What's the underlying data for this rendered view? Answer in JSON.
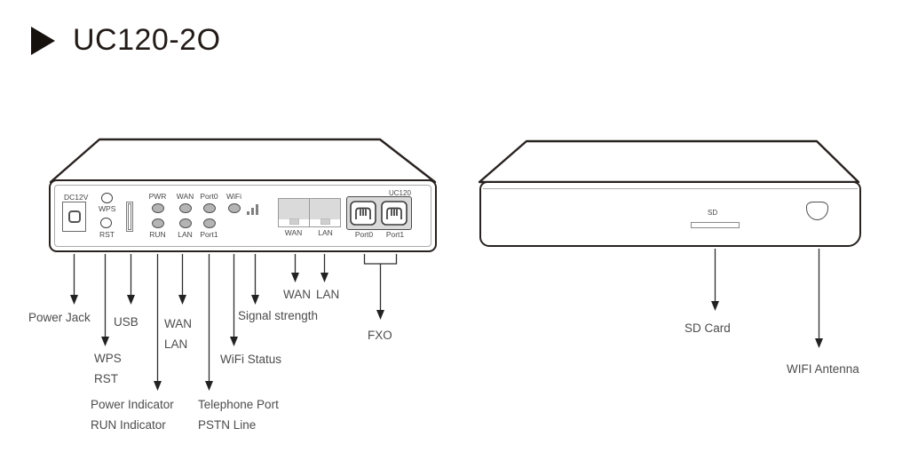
{
  "title": {
    "text": "UC120-2O"
  },
  "device_front": {
    "model_label": "UC120",
    "dc_label": "DC12V",
    "wps_label": "WPS",
    "rst_label": "RST",
    "led_labels": {
      "pwr": "PWR",
      "wan": "WAN",
      "port0": "Port0",
      "wifi": "WiFi",
      "run": "RUN",
      "lan": "LAN",
      "port1": "Port1"
    },
    "eth_labels": {
      "wan": "WAN",
      "lan": "LAN"
    },
    "phone_labels": {
      "port0": "Port0",
      "port1": "Port1"
    }
  },
  "device_rear": {
    "sd_label": "SD"
  },
  "callouts": {
    "power_jack": "Power Jack",
    "usb": "USB",
    "wps_rst": {
      "line1": "WPS",
      "line2": "RST"
    },
    "wan_lan": {
      "line1": "WAN",
      "line2": "LAN"
    },
    "power_run": {
      "line1": "Power Indicator",
      "line2": "RUN Indicator"
    },
    "telephone": {
      "line1": "Telephone Port",
      "line2": "PSTN Line"
    },
    "wifi_status": "WiFi Status",
    "signal_strength": "Signal strength",
    "eth_wan": "WAN",
    "eth_lan": "LAN",
    "fxo": "FXO",
    "sd_card": "SD Card",
    "wifi_antenna": "WIFI Antenna"
  },
  "colors": {
    "outline": "#282220",
    "text": "#4c4c4c",
    "led_fill": "#b4b4b4",
    "port_fill": "#d9d9d9"
  }
}
